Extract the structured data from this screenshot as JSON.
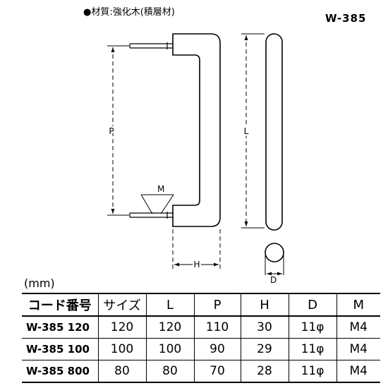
{
  "header": {
    "material": "●材質:強化木(積層材)",
    "model_code": "W-385"
  },
  "drawing": {
    "label_p": "P",
    "label_l": "L",
    "label_m": "M",
    "label_h": "H",
    "label_d": "D"
  },
  "table": {
    "unit": "(mm)",
    "headers": [
      "コード番号",
      "サイズ",
      "L",
      "P",
      "H",
      "D",
      "M"
    ],
    "rows": [
      [
        "W-385 120",
        "120",
        "120",
        "110",
        "30",
        "11φ",
        "M4"
      ],
      [
        "W-385 100",
        "100",
        "100",
        "90",
        "29",
        "11φ",
        "M4"
      ],
      [
        "W-385 800",
        "80",
        "80",
        "70",
        "28",
        "11φ",
        "M4"
      ]
    ]
  }
}
